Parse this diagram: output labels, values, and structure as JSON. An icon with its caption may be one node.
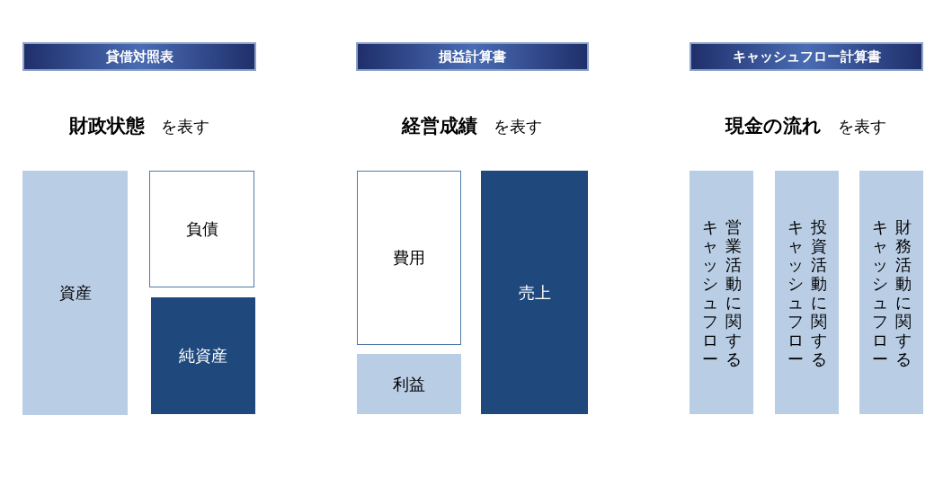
{
  "diagram": {
    "nodes": [
      {
        "text": [
          "貸借対照表"
        ]
      },
      {
        "text": [
          "損益計算書"
        ]
      },
      {
        "text": [
          "キャッシュフロー計算書"
        ]
      },
      {
        "text": [
          "資産"
        ]
      },
      {
        "text": [
          "負債"
        ]
      },
      {
        "text": [
          "純資産"
        ]
      },
      {
        "text": [
          "費用"
        ]
      },
      {
        "text": [
          "利益"
        ]
      },
      {
        "text": [
          "売上"
        ]
      },
      {
        "text": [
          "営業活動に関するキャッシュフロー"
        ]
      },
      {
        "text": [
          "投資活動に関するキャッシュフロー"
        ]
      },
      {
        "text": [
          "財務活動に関するキャッシュフロー"
        ]
      }
    ],
    "labels": [
      "**財政状態**　を表す",
      "**経営成績**　を表す",
      "**現金の流れ**　を表す"
    ]
  }
}
